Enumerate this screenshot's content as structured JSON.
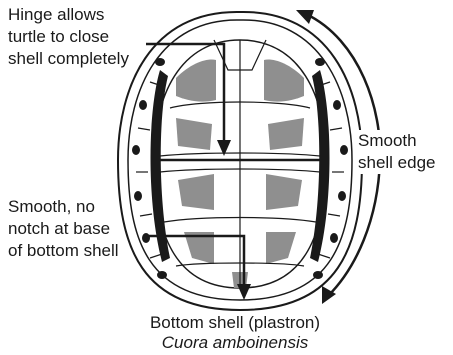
{
  "labels": {
    "hinge": [
      "Hinge allows",
      "turtle to close",
      "shell completely"
    ],
    "edge": [
      "Smooth",
      "shell edge"
    ],
    "notch": [
      "Smooth, no",
      "notch at base",
      "of bottom shell"
    ]
  },
  "caption": {
    "title": "Bottom shell (plastron)",
    "species": "Cuora amboinensis"
  },
  "colors": {
    "line": "#1a1a1a",
    "shell_fill": "#ffffff",
    "scute_shading": "#8f8f8f",
    "rim_spots": "#1a1a1a"
  }
}
